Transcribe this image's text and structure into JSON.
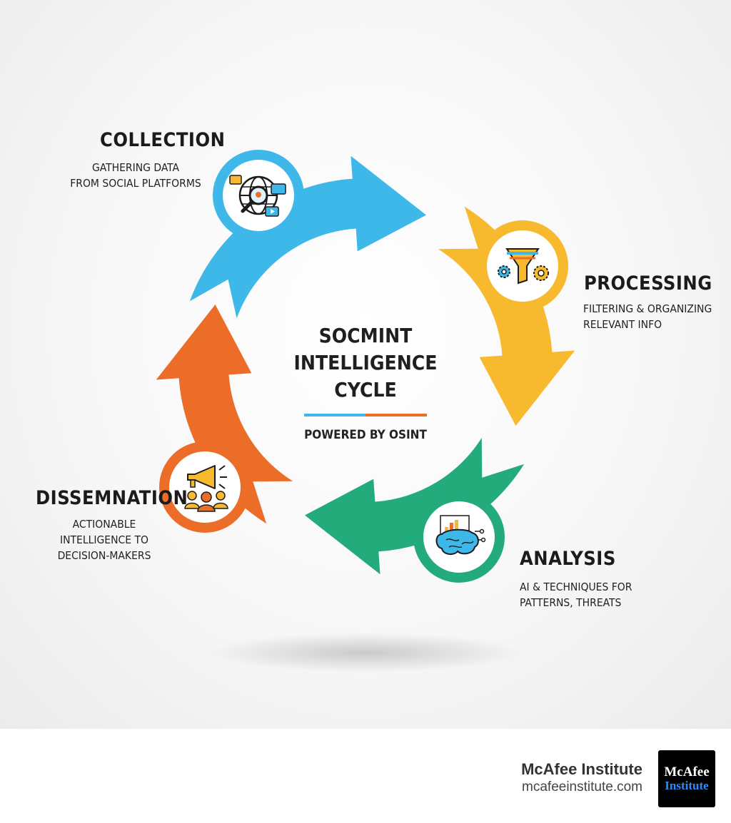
{
  "center": {
    "title_line1": "SOCMINT",
    "title_line2": "INTELLIGENCE CYCLE",
    "subtitle": "POWERED BY OSINT"
  },
  "stages": {
    "collection": {
      "title": "COLLECTION",
      "description": "GATHERING DATA\nFROM SOCIAL PLATFORMS",
      "color": "#3db8e8",
      "icon": "globe-search-icon"
    },
    "processing": {
      "title": "PROCESSING",
      "description": "FILTERING & ORGANIZING\nRELEVANT INFO",
      "color": "#f7b92d",
      "icon": "funnel-gears-icon"
    },
    "analysis": {
      "title": "ANALYSIS",
      "description": "AI & TECHNIQUES FOR\nPATTERNS, THREATS",
      "color": "#24ab7c",
      "icon": "brain-chart-icon"
    },
    "dissemination": {
      "title": "DISSEMNATION",
      "description": "ACTIONABLE\nINTELLIGENCE TO\nDECISION-MAKERS",
      "color": "#ec6d27",
      "icon": "megaphone-people-icon"
    }
  },
  "footer": {
    "org_name": "McAfee Institute",
    "org_url": "mcafeeinstitute.com",
    "logo_line1": "McAfee",
    "logo_line2": "Institute"
  }
}
